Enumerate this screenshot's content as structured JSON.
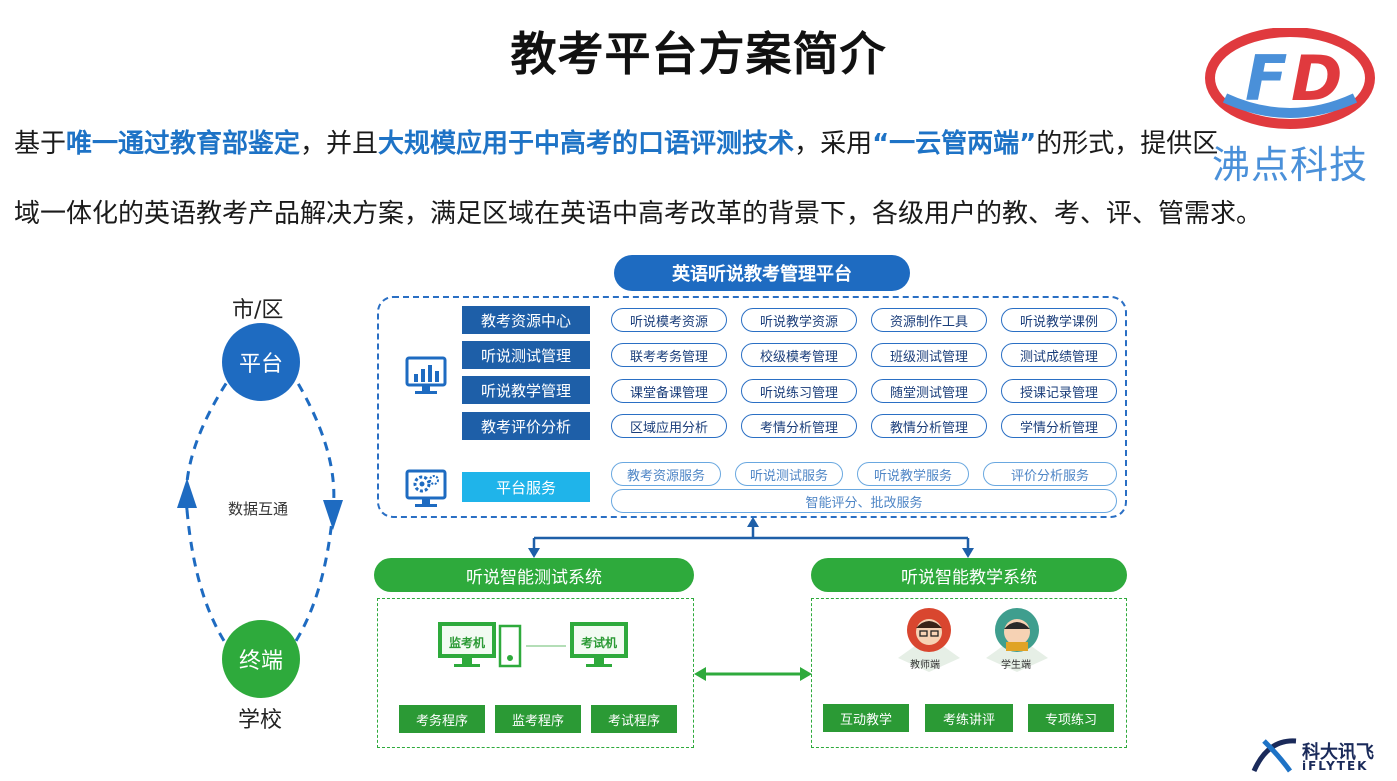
{
  "title": "教考平台方案简介",
  "intro": {
    "line1": {
      "p1": "基于",
      "h1": "唯一通过教育部鉴定",
      "p2": "，并且",
      "h2": "大规模应用于中高考的口语评测技术",
      "p3": "，采用",
      "h3": "“一云管两端”",
      "p4": "的形式，提供区"
    },
    "line2": "域一体化的英语教考产品解决方案，满足区域在英语中高考改革的背景下，各级用户的教、考、评、管需求。"
  },
  "logo": {
    "brand_text": "沸点科技",
    "mark_text": "FD",
    "colors": {
      "red": "#e03a3e",
      "blue": "#4a90d9"
    }
  },
  "cycle": {
    "top_label": "市/区",
    "top_circle": "平台",
    "bottom_circle": "终端",
    "bottom_label": "学校",
    "middle_text": "数据互通"
  },
  "platform": {
    "title": "英语听说教考管理平台",
    "icons": [
      "chart-monitor-icon",
      "gear-monitor-icon"
    ],
    "categories": [
      "教考资源中心",
      "听说测试管理",
      "听说教学管理",
      "教考评价分析"
    ],
    "modules": [
      [
        "听说模考资源",
        "听说教学资源",
        "资源制作工具",
        "听说教学课例"
      ],
      [
        "联考考务管理",
        "校级模考管理",
        "班级测试管理",
        "测试成绩管理"
      ],
      [
        "课堂备课管理",
        "听说练习管理",
        "随堂测试管理",
        "授课记录管理"
      ],
      [
        "区域应用分析",
        "考情分析管理",
        "教情分析管理",
        "学情分析管理"
      ]
    ],
    "service_label": "平台服务",
    "services": [
      "教考资源服务",
      "听说测试服务",
      "听说教学服务",
      "评价分析服务"
    ],
    "service_wide": "智能评分、批改服务"
  },
  "test_system": {
    "title": "听说智能测试系统",
    "monitor_pc": "监考机",
    "exam_pc": "考试机",
    "buttons": [
      "考务程序",
      "监考程序",
      "考试程序"
    ]
  },
  "teach_system": {
    "title": "听说智能教学系统",
    "teacher_label": "教师端",
    "student_label": "学生端",
    "buttons": [
      "互动教学",
      "考练讲评",
      "专项练习"
    ]
  },
  "footer_logo": {
    "cn": "科大讯飞",
    "en": "iFLYTEK"
  },
  "colors": {
    "blue": "#1e6bc1",
    "green": "#2eaa3c",
    "light_blue": "#1fb4ea",
    "highlight": "#1e73c6"
  }
}
